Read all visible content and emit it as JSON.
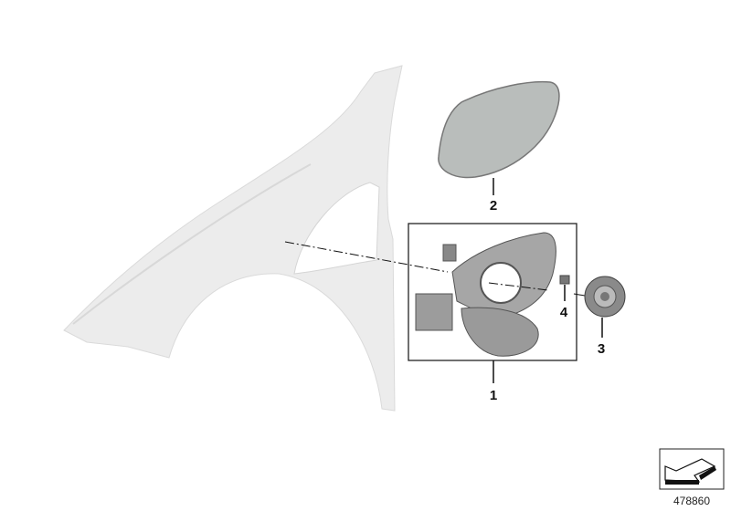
{
  "diagram": {
    "callouts": [
      {
        "id": "1",
        "label": "1",
        "part": "fuel-filler-housing"
      },
      {
        "id": "2",
        "label": "2",
        "part": "fuel-filler-flap"
      },
      {
        "id": "3",
        "label": "3",
        "part": "filler-cap"
      },
      {
        "id": "4",
        "label": "4",
        "part": "push-lock-actuator"
      }
    ],
    "diagram_number": "478860",
    "colors": {
      "fender": "#ececec",
      "part": "#a6a6a6",
      "flap": "#b9bdbb",
      "line": "#111111"
    }
  }
}
